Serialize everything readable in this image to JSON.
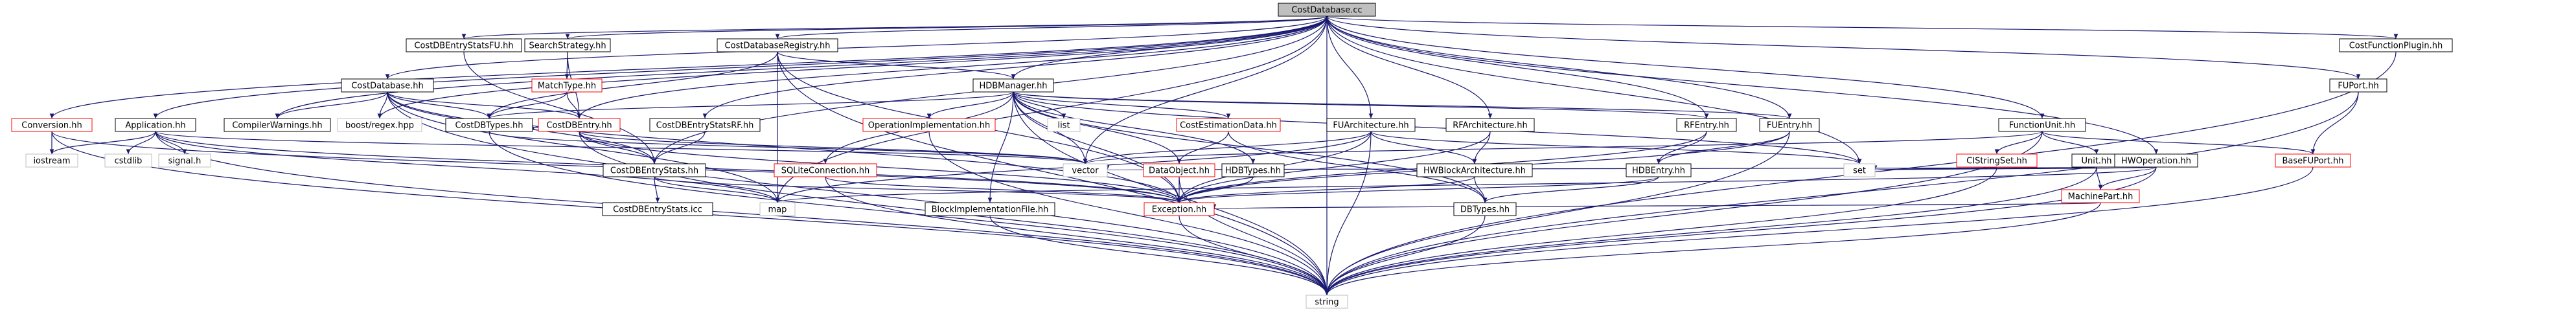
{
  "colors": {
    "edge": "#191970",
    "root_fill": "#bfbfbf",
    "node_stroke_black": "#000000",
    "node_stroke_red": "#ff0000",
    "node_stroke_grey": "#bfbfbf",
    "node_text": "#000000"
  },
  "nodes": {
    "CostDatabase_cc": {
      "label": "CostDatabase.cc",
      "style": "root"
    },
    "CostDBEntryStatsFU_hh": {
      "label": "CostDBEntryStatsFU.hh",
      "style": "black"
    },
    "SearchStrategy_hh": {
      "label": "SearchStrategy.hh",
      "style": "black"
    },
    "CostDatabaseRegistry_hh": {
      "label": "CostDatabaseRegistry.hh",
      "style": "black"
    },
    "CostFunctionPlugin_hh": {
      "label": "CostFunctionPlugin.hh",
      "style": "black"
    },
    "Conversion_hh": {
      "label": "Conversion.hh",
      "style": "red"
    },
    "Application_hh": {
      "label": "Application.hh",
      "style": "black"
    },
    "CostDatabase_hh": {
      "label": "CostDatabase.hh",
      "style": "black"
    },
    "MatchType_hh": {
      "label": "MatchType.hh",
      "style": "red"
    },
    "HDBManager_hh": {
      "label": "HDBManager.hh",
      "style": "black"
    },
    "FunctionUnit_hh": {
      "label": "FunctionUnit.hh",
      "style": "black"
    },
    "FUPort_hh": {
      "label": "FUPort.hh",
      "style": "black"
    },
    "iostream": {
      "label": "iostream",
      "style": "grey"
    },
    "cstdlib": {
      "label": "cstdlib",
      "style": "grey"
    },
    "signal_h": {
      "label": "signal.h",
      "style": "grey"
    },
    "CompilerWarnings_hh": {
      "label": "CompilerWarnings.hh",
      "style": "black"
    },
    "boost_regex_hpp": {
      "label": "boost/regex.hpp",
      "style": "grey"
    },
    "CostDBTypes_hh": {
      "label": "CostDBTypes.hh",
      "style": "black"
    },
    "CostDBEntry_hh": {
      "label": "CostDBEntry.hh",
      "style": "red"
    },
    "CostDBEntryStatsRF_hh": {
      "label": "CostDBEntryStatsRF.hh",
      "style": "black"
    },
    "OperationImplementation_hh": {
      "label": "OperationImplementation.hh",
      "style": "red"
    },
    "list": {
      "label": "list",
      "style": "grey"
    },
    "CostEstimationData_hh": {
      "label": "CostEstimationData.hh",
      "style": "red"
    },
    "FUArchitecture_hh": {
      "label": "FUArchitecture.hh",
      "style": "black"
    },
    "RFArchitecture_hh": {
      "label": "RFArchitecture.hh",
      "style": "black"
    },
    "RFEntry_hh": {
      "label": "RFEntry.hh",
      "style": "black"
    },
    "FUEntry_hh": {
      "label": "FUEntry.hh",
      "style": "black"
    },
    "CIStringSet_hh": {
      "label": "CIStringSet.hh",
      "style": "red"
    },
    "Unit_hh": {
      "label": "Unit.hh",
      "style": "black"
    },
    "HWOperation_hh": {
      "label": "HWOperation.hh",
      "style": "black"
    },
    "BaseFUPort_hh": {
      "label": "BaseFUPort.hh",
      "style": "red"
    },
    "CostDBEntryStats_hh": {
      "label": "CostDBEntryStats.hh",
      "style": "black"
    },
    "vector": {
      "label": "vector",
      "style": "grey"
    },
    "SQLiteConnection_hh": {
      "label": "SQLiteConnection.hh",
      "style": "red"
    },
    "DataObject_hh": {
      "label": "DataObject.hh",
      "style": "red"
    },
    "HDBTypes_hh": {
      "label": "HDBTypes.hh",
      "style": "black"
    },
    "HWBlockArchitecture_hh": {
      "label": "HWBlockArchitecture.hh",
      "style": "black"
    },
    "HDBEntry_hh": {
      "label": "HDBEntry.hh",
      "style": "black"
    },
    "set": {
      "label": "set",
      "style": "grey"
    },
    "MachinePart_hh": {
      "label": "MachinePart.hh",
      "style": "red"
    },
    "CostDBEntryStats_icc": {
      "label": "CostDBEntryStats.icc",
      "style": "black"
    },
    "map": {
      "label": "map",
      "style": "grey"
    },
    "BlockImplementationFile_hh": {
      "label": "BlockImplementationFile.hh",
      "style": "black"
    },
    "Exception_hh": {
      "label": "Exception.hh",
      "style": "red"
    },
    "DBTypes_hh": {
      "label": "DBTypes.hh",
      "style": "black"
    },
    "string": {
      "label": "string",
      "style": "grey"
    }
  },
  "edges": [
    [
      "CostDatabase_cc",
      "CostDBEntryStatsFU_hh"
    ],
    [
      "CostDatabase_cc",
      "SearchStrategy_hh"
    ],
    [
      "CostDatabase_cc",
      "CostDatabaseRegistry_hh"
    ],
    [
      "CostDatabase_cc",
      "CostFunctionPlugin_hh"
    ],
    [
      "CostDatabase_cc",
      "Conversion_hh"
    ],
    [
      "CostDatabase_cc",
      "Application_hh"
    ],
    [
      "CostDatabase_cc",
      "CostDatabase_hh"
    ],
    [
      "CostDatabase_cc",
      "HDBManager_hh"
    ],
    [
      "CostDatabase_cc",
      "FunctionUnit_hh"
    ],
    [
      "CostDatabase_cc",
      "FUPort_hh"
    ],
    [
      "CostDatabase_cc",
      "CompilerWarnings_hh"
    ],
    [
      "CostDatabase_cc",
      "boost_regex_hpp"
    ],
    [
      "CostDatabase_cc",
      "CostDBEntry_hh"
    ],
    [
      "CostDatabase_cc",
      "CostDBEntryStatsRF_hh"
    ],
    [
      "CostDatabase_cc",
      "FUArchitecture_hh"
    ],
    [
      "CostDatabase_cc",
      "RFArchitecture_hh"
    ],
    [
      "CostDatabase_cc",
      "RFEntry_hh"
    ],
    [
      "CostDatabase_cc",
      "FUEntry_hh"
    ],
    [
      "CostDatabase_cc",
      "HWOperation_hh"
    ],
    [
      "CostDatabase_cc",
      "CostDBEntryStats_hh"
    ],
    [
      "CostDatabase_cc",
      "vector"
    ],
    [
      "CostDatabase_cc",
      "set"
    ],
    [
      "CostDatabase_cc",
      "map"
    ],
    [
      "CostDatabase_cc",
      "string"
    ],
    [
      "CostDBEntryStatsFU_hh",
      "CostDBEntryStats_hh"
    ],
    [
      "SearchStrategy_hh",
      "MatchType_hh"
    ],
    [
      "SearchStrategy_hh",
      "CostDBEntry_hh"
    ],
    [
      "CostDatabaseRegistry_hh",
      "HDBManager_hh"
    ],
    [
      "CostDatabaseRegistry_hh",
      "CostDBTypes_hh"
    ],
    [
      "CostDatabaseRegistry_hh",
      "Exception_hh"
    ],
    [
      "CostDatabaseRegistry_hh",
      "map"
    ],
    [
      "CostDatabaseRegistry_hh",
      "string"
    ],
    [
      "CostFunctionPlugin_hh",
      "string"
    ],
    [
      "Conversion_hh",
      "iostream"
    ],
    [
      "Conversion_hh",
      "string"
    ],
    [
      "Conversion_hh",
      "Exception_hh"
    ],
    [
      "Application_hh",
      "iostream"
    ],
    [
      "Application_hh",
      "cstdlib"
    ],
    [
      "Application_hh",
      "signal_h"
    ],
    [
      "Application_hh",
      "vector"
    ],
    [
      "Application_hh",
      "map"
    ],
    [
      "Application_hh",
      "string"
    ],
    [
      "Application_hh",
      "Exception_hh"
    ],
    [
      "CostDatabase_hh",
      "CompilerWarnings_hh"
    ],
    [
      "CostDatabase_hh",
      "boost_regex_hpp"
    ],
    [
      "CostDatabase_hh",
      "CostDBTypes_hh"
    ],
    [
      "CostDatabase_hh",
      "CostDBEntry_hh"
    ],
    [
      "CostDatabase_hh",
      "map"
    ],
    [
      "CostDatabase_hh",
      "string"
    ],
    [
      "CostDatabase_hh",
      "Exception_hh"
    ],
    [
      "CostDatabase_hh",
      "CostDBEntryStats_hh"
    ],
    [
      "MatchType_hh",
      "CostDBTypes_hh"
    ],
    [
      "MatchType_hh",
      "CostDBEntry_hh"
    ],
    [
      "HDBManager_hh",
      "CostDBTypes_hh"
    ],
    [
      "HDBManager_hh",
      "OperationImplementation_hh"
    ],
    [
      "HDBManager_hh",
      "list"
    ],
    [
      "HDBManager_hh",
      "CostEstimationData_hh"
    ],
    [
      "HDBManager_hh",
      "SQLiteConnection_hh"
    ],
    [
      "HDBManager_hh",
      "DataObject_hh"
    ],
    [
      "HDBManager_hh",
      "HDBTypes_hh"
    ],
    [
      "HDBManager_hh",
      "BlockImplementationFile_hh"
    ],
    [
      "HDBManager_hh",
      "Exception_hh"
    ],
    [
      "HDBManager_hh",
      "vector"
    ],
    [
      "HDBManager_hh",
      "set"
    ],
    [
      "HDBManager_hh",
      "string"
    ],
    [
      "HDBManager_hh",
      "FUEntry_hh"
    ],
    [
      "HDBManager_hh",
      "RFEntry_hh"
    ],
    [
      "HDBManager_hh",
      "DBTypes_hh"
    ],
    [
      "FunctionUnit_hh",
      "CIStringSet_hh"
    ],
    [
      "FunctionUnit_hh",
      "Unit_hh"
    ],
    [
      "FunctionUnit_hh",
      "BaseFUPort_hh"
    ],
    [
      "FunctionUnit_hh",
      "vector"
    ],
    [
      "FunctionUnit_hh",
      "string"
    ],
    [
      "FUPort_hh",
      "BaseFUPort_hh"
    ],
    [
      "FUPort_hh",
      "string"
    ],
    [
      "CostDBTypes_hh",
      "vector"
    ],
    [
      "CostDBTypes_hh",
      "string"
    ],
    [
      "CostDBEntry_hh",
      "CostDBEntryStats_hh"
    ],
    [
      "CostDBEntry_hh",
      "CostDBTypes_hh"
    ],
    [
      "CostDBEntry_hh",
      "Exception_hh"
    ],
    [
      "CostDBEntry_hh",
      "vector"
    ],
    [
      "CostDBEntry_hh",
      "string"
    ],
    [
      "CostDBEntryStatsRF_hh",
      "CostDBEntryStats_hh"
    ],
    [
      "OperationImplementation_hh",
      "string"
    ],
    [
      "CostEstimationData_hh",
      "DataObject_hh"
    ],
    [
      "CostEstimationData_hh",
      "DBTypes_hh"
    ],
    [
      "FUArchitecture_hh",
      "HWBlockArchitecture_hh"
    ],
    [
      "FUArchitecture_hh",
      "vector"
    ],
    [
      "FUArchitecture_hh",
      "set"
    ],
    [
      "FUArchitecture_hh",
      "map"
    ],
    [
      "FUArchitecture_hh",
      "string"
    ],
    [
      "FUArchitecture_hh",
      "Exception_hh"
    ],
    [
      "RFArchitecture_hh",
      "HWBlockArchitecture_hh"
    ],
    [
      "RFArchitecture_hh",
      "Exception_hh"
    ],
    [
      "RFEntry_hh",
      "HDBEntry_hh"
    ],
    [
      "RFEntry_hh",
      "Exception_hh"
    ],
    [
      "FUEntry_hh",
      "HDBEntry_hh"
    ],
    [
      "FUEntry_hh",
      "Exception_hh"
    ],
    [
      "FUEntry_hh",
      "string"
    ],
    [
      "CIStringSet_hh",
      "set"
    ],
    [
      "CIStringSet_hh",
      "string"
    ],
    [
      "Unit_hh",
      "MachinePart_hh"
    ],
    [
      "Unit_hh",
      "vector"
    ],
    [
      "Unit_hh",
      "set"
    ],
    [
      "Unit_hh",
      "string"
    ],
    [
      "HWOperation_hh",
      "MachinePart_hh"
    ],
    [
      "HWOperation_hh",
      "set"
    ],
    [
      "HWOperation_hh",
      "map"
    ],
    [
      "HWOperation_hh",
      "string"
    ],
    [
      "BaseFUPort_hh",
      "string"
    ],
    [
      "CostDBEntryStats_hh",
      "CostDBEntryStats_icc"
    ],
    [
      "CostDBEntryStats_hh",
      "map"
    ],
    [
      "CostDBEntryStats_hh",
      "Exception_hh"
    ],
    [
      "SQLiteConnection_hh",
      "Exception_hh"
    ],
    [
      "SQLiteConnection_hh",
      "string"
    ],
    [
      "DataObject_hh",
      "Exception_hh"
    ],
    [
      "DataObject_hh",
      "string"
    ],
    [
      "HDBTypes_hh",
      "Exception_hh"
    ],
    [
      "HWBlockArchitecture_hh",
      "Exception_hh"
    ],
    [
      "HWBlockArchitecture_hh",
      "DBTypes_hh"
    ],
    [
      "HDBEntry_hh",
      "Exception_hh"
    ],
    [
      "HDBEntry_hh",
      "DBTypes_hh"
    ],
    [
      "MachinePart_hh",
      "Exception_hh"
    ],
    [
      "MachinePart_hh",
      "string"
    ],
    [
      "BlockImplementationFile_hh",
      "string"
    ],
    [
      "Exception_hh",
      "string"
    ],
    [
      "DBTypes_hh",
      "string"
    ]
  ]
}
